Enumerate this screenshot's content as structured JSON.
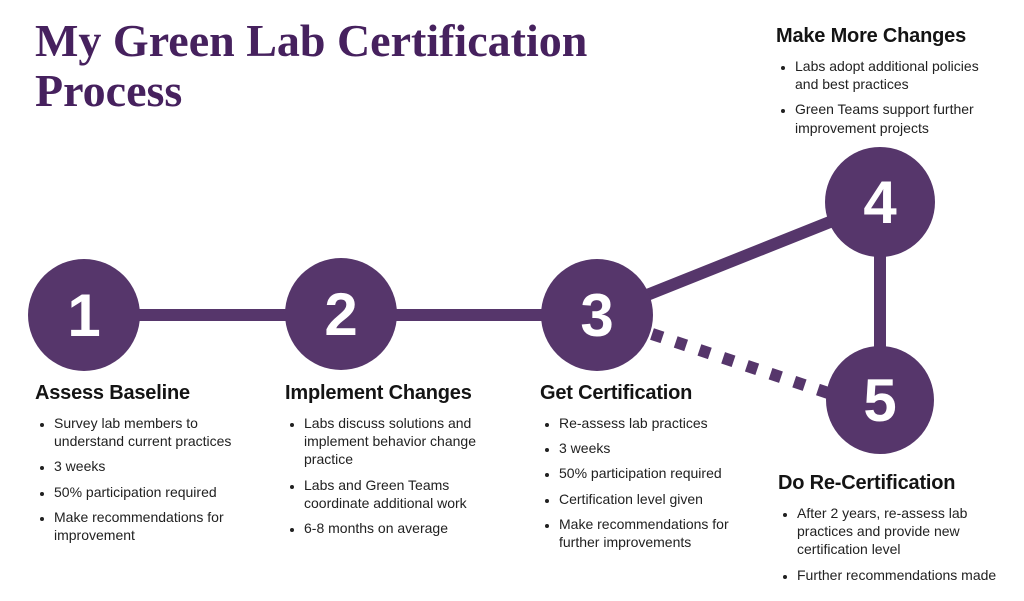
{
  "title": "My Green Lab Certification Process",
  "colors": {
    "accent_purple": "#56366b",
    "title_purple": "#46215e"
  },
  "steps": [
    {
      "number": "1",
      "title": "Assess Baseline",
      "bullets": [
        "Survey lab members to understand current practices",
        "3 weeks",
        "50% participation required",
        "Make recommendations for improvement"
      ]
    },
    {
      "number": "2",
      "title": "Implement Changes",
      "bullets": [
        "Labs discuss solutions and implement behavior change practice",
        "Labs and Green Teams coordinate additional work",
        "6-8 months on average"
      ]
    },
    {
      "number": "3",
      "title": "Get Certification",
      "bullets": [
        "Re-assess lab practices",
        "3 weeks",
        "50% participation required",
        "Certification level given",
        "Make recommendations for further improvements"
      ]
    },
    {
      "number": "4",
      "title": "Make More Changes",
      "bullets": [
        "Labs adopt additional policies and best practices",
        "Green Teams support further improvement projects"
      ]
    },
    {
      "number": "5",
      "title": "Do Re-Certification",
      "bullets": [
        "After 2 years, re-assess lab practices and provide new certification level",
        "Further recommendations made"
      ]
    }
  ]
}
